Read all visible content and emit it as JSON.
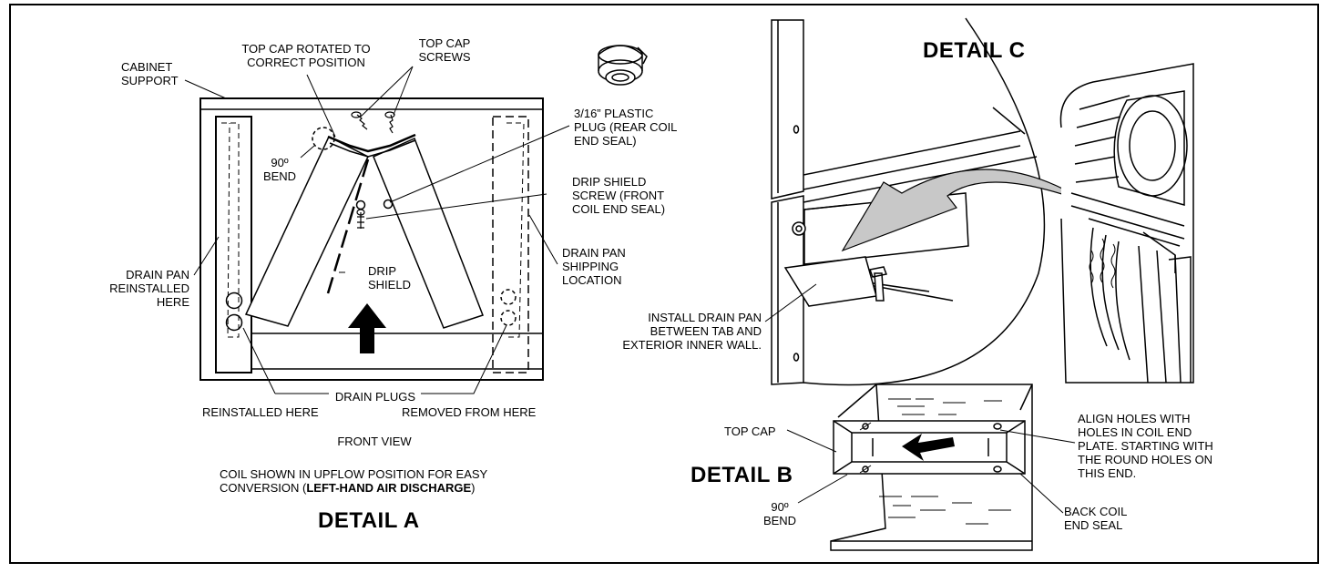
{
  "detail_a": {
    "title": "DETAIL A",
    "labels": {
      "top_cap_rotated": "TOP CAP ROTATED TO\nCORRECT POSITION",
      "top_cap_screws": "TOP CAP\nSCREWS",
      "cabinet_support": "CABINET\nSUPPORT",
      "bend": "90º\nBEND",
      "plastic_plug": "3/16” PLASTIC\nPLUG  (REAR COIL\nEND SEAL)",
      "drip_shield_screw": "DRIP SHIELD\nSCREW (FRONT\nCOIL END SEAL)",
      "drain_pan_reinstalled": "DRAIN PAN\nREINSTALLED\nHERE",
      "drip_shield": "DRIP\nSHIELD",
      "drain_pan_shipping": "DRAIN PAN\nSHIPPING\nLOCATION",
      "drain_plugs": "DRAIN PLUGS",
      "reinstalled_here": "REINSTALLED HERE",
      "removed_from_here": "REMOVED FROM HERE",
      "front_view": "FRONT VIEW",
      "note_line1": "COIL SHOWN IN UPFLOW POSITION FOR EASY",
      "note_line2_prefix": "CONVERSION (",
      "note_line2_bold": "LEFT-HAND AIR DISCHARGE",
      "note_line2_suffix": ")"
    }
  },
  "detail_c": {
    "title": "DETAIL C",
    "labels": {
      "install_drain_pan": "INSTALL DRAIN PAN\nBETWEEN TAB AND\nEXTERIOR INNER WALL."
    }
  },
  "detail_b": {
    "title": "DETAIL B",
    "labels": {
      "top_cap": "TOP CAP",
      "bend": "90º\nBEND",
      "align_holes": "ALIGN HOLES WITH\nHOLES IN COIL END\nPLATE. STARTING WITH\nTHE ROUND HOLES ON\nTHIS END.",
      "back_coil_end_seal": "BACK COIL\nEND SEAL"
    }
  }
}
